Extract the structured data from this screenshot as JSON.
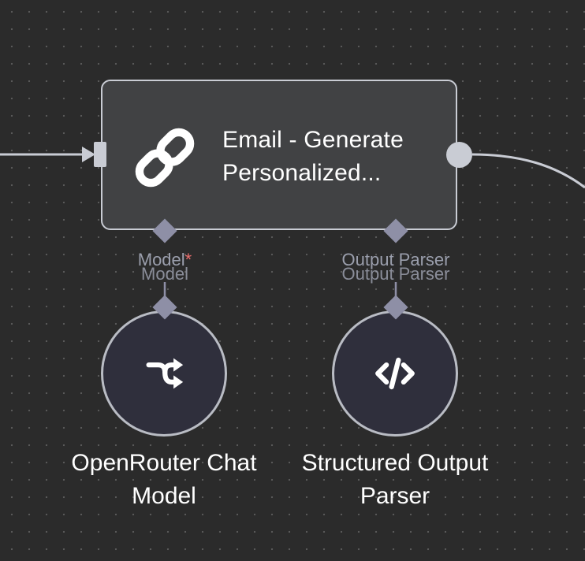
{
  "main_node": {
    "title": "Email - Generate\nPersonalized...",
    "icon": "link-icon"
  },
  "ports": {
    "model": {
      "label": "Model",
      "required_mark": "*",
      "ghost_label": "Model"
    },
    "output_parser": {
      "label": "Output Parser",
      "ghost_label": "Output Parser"
    }
  },
  "sub_nodes": [
    {
      "label": "OpenRouter Chat\nModel",
      "icon": "router-arrows-icon"
    },
    {
      "label": "Structured Output\nParser",
      "icon": "code-icon"
    }
  ],
  "colors": {
    "canvas": "#2b2b2b",
    "node_fill": "#414244",
    "node_border": "#c9ccd4",
    "port_diamond": "#8e8fa6",
    "sub_node_fill": "#2f2f3c",
    "required": "#ea6e6e"
  }
}
